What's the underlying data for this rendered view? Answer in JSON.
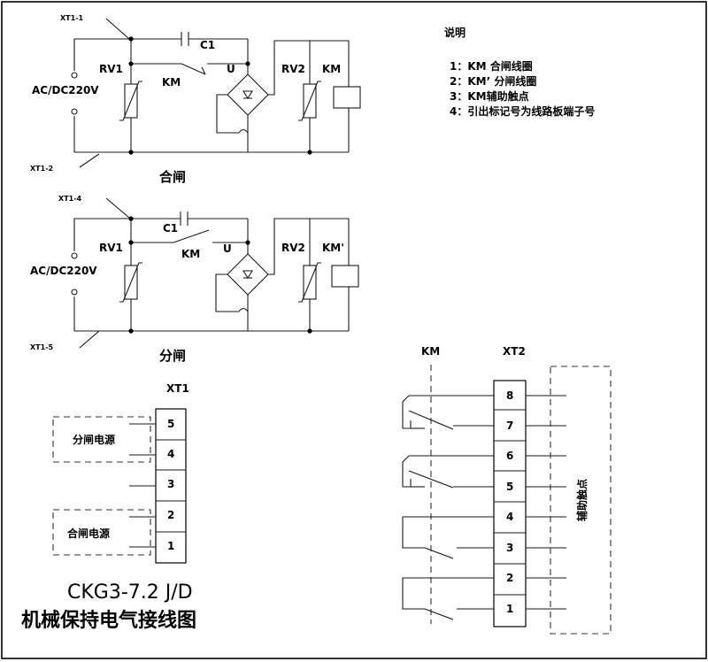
{
  "notes": {
    "heading": "说明",
    "items": [
      "1：KM 合闸线圈",
      "2：KM’ 分闸线圈",
      "3：KM辅助触点",
      "4：引出标记号为线路板端子号"
    ]
  },
  "closing_circuit": {
    "term_top": "XT1-1",
    "term_bottom": "XT1-2",
    "supply": "AC/DC220V",
    "rv1": "RV1",
    "c1": "C1",
    "km_contact": "KM",
    "rectifier": "U",
    "rv2": "RV2",
    "coil": "KM",
    "title": "合闸"
  },
  "opening_circuit": {
    "term_top": "XT1-4",
    "term_bottom": "XT1-5",
    "supply": "AC/DC220V",
    "rv1": "RV1",
    "c1": "C1",
    "km_contact": "KM",
    "rectifier": "U",
    "rv2": "RV2",
    "coil": "KM'",
    "title": "分闸"
  },
  "xt1": {
    "label": "XT1",
    "terminals": [
      "5",
      "4",
      "3",
      "2",
      "1"
    ],
    "opening_supply": "分闸电源",
    "closing_supply": "合闸电源"
  },
  "xt2": {
    "km_label": "KM",
    "label": "XT2",
    "terminals": [
      "8",
      "7",
      "6",
      "5",
      "4",
      "3",
      "2",
      "1"
    ],
    "aux_label": "辅助触点"
  },
  "title": {
    "model": "CKG3-7.2 J/D",
    "name": "机械保持电气接线图"
  }
}
